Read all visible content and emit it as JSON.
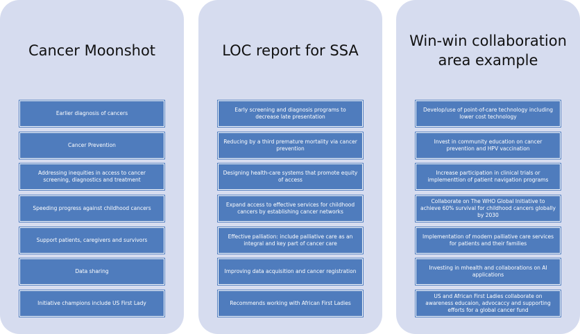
{
  "columns": [
    {
      "title": "Cancer Moonshot",
      "items": [
        "Earlier diagnosis of cancers",
        "Cancer Prevention",
        "Addressing inequities in access to cancer screening, diagnostics and treatment",
        "Speeding progress against childhood cancers",
        "Support patients, caregivers and survivors",
        "Data sharing",
        "Initiative champions include US First Lady"
      ]
    },
    {
      "title": "LOC report for SSA",
      "items": [
        "Early screening and diagnosis programs to decrease late presentation",
        "Reducing by a third premature mortality via cancer prevention",
        "Designing health-care systems that promote equity of access",
        "Expand access to effective services for childhood cancers by establishing cancer networks",
        "Effective palliation: include palliative care as an integral and key part of cancer care",
        "Improving data acquisition and cancer registration",
        "Recommends working with African First Ladies"
      ]
    },
    {
      "title": "Win-win collaboration area example",
      "items": [
        "Develop/use of point-of-care technology including lower cost technology",
        "Invest in community education on cancer prevention and  HPV vaccination",
        "Increase participation  in clinical trials or implementtion of  patient navigation programs",
        "Collaborate on The WHO Global Initiative to achieve 60% survival for childhood cancers globally by 2030",
        "Implementation of modern palliative care services for patients and their families",
        "Investing in mhealth and collaborations on AI applications",
        "US and African First Ladies collaborate on awareness educaion, advocaccy and  supporting efforts for a global cancer fund"
      ]
    }
  ]
}
